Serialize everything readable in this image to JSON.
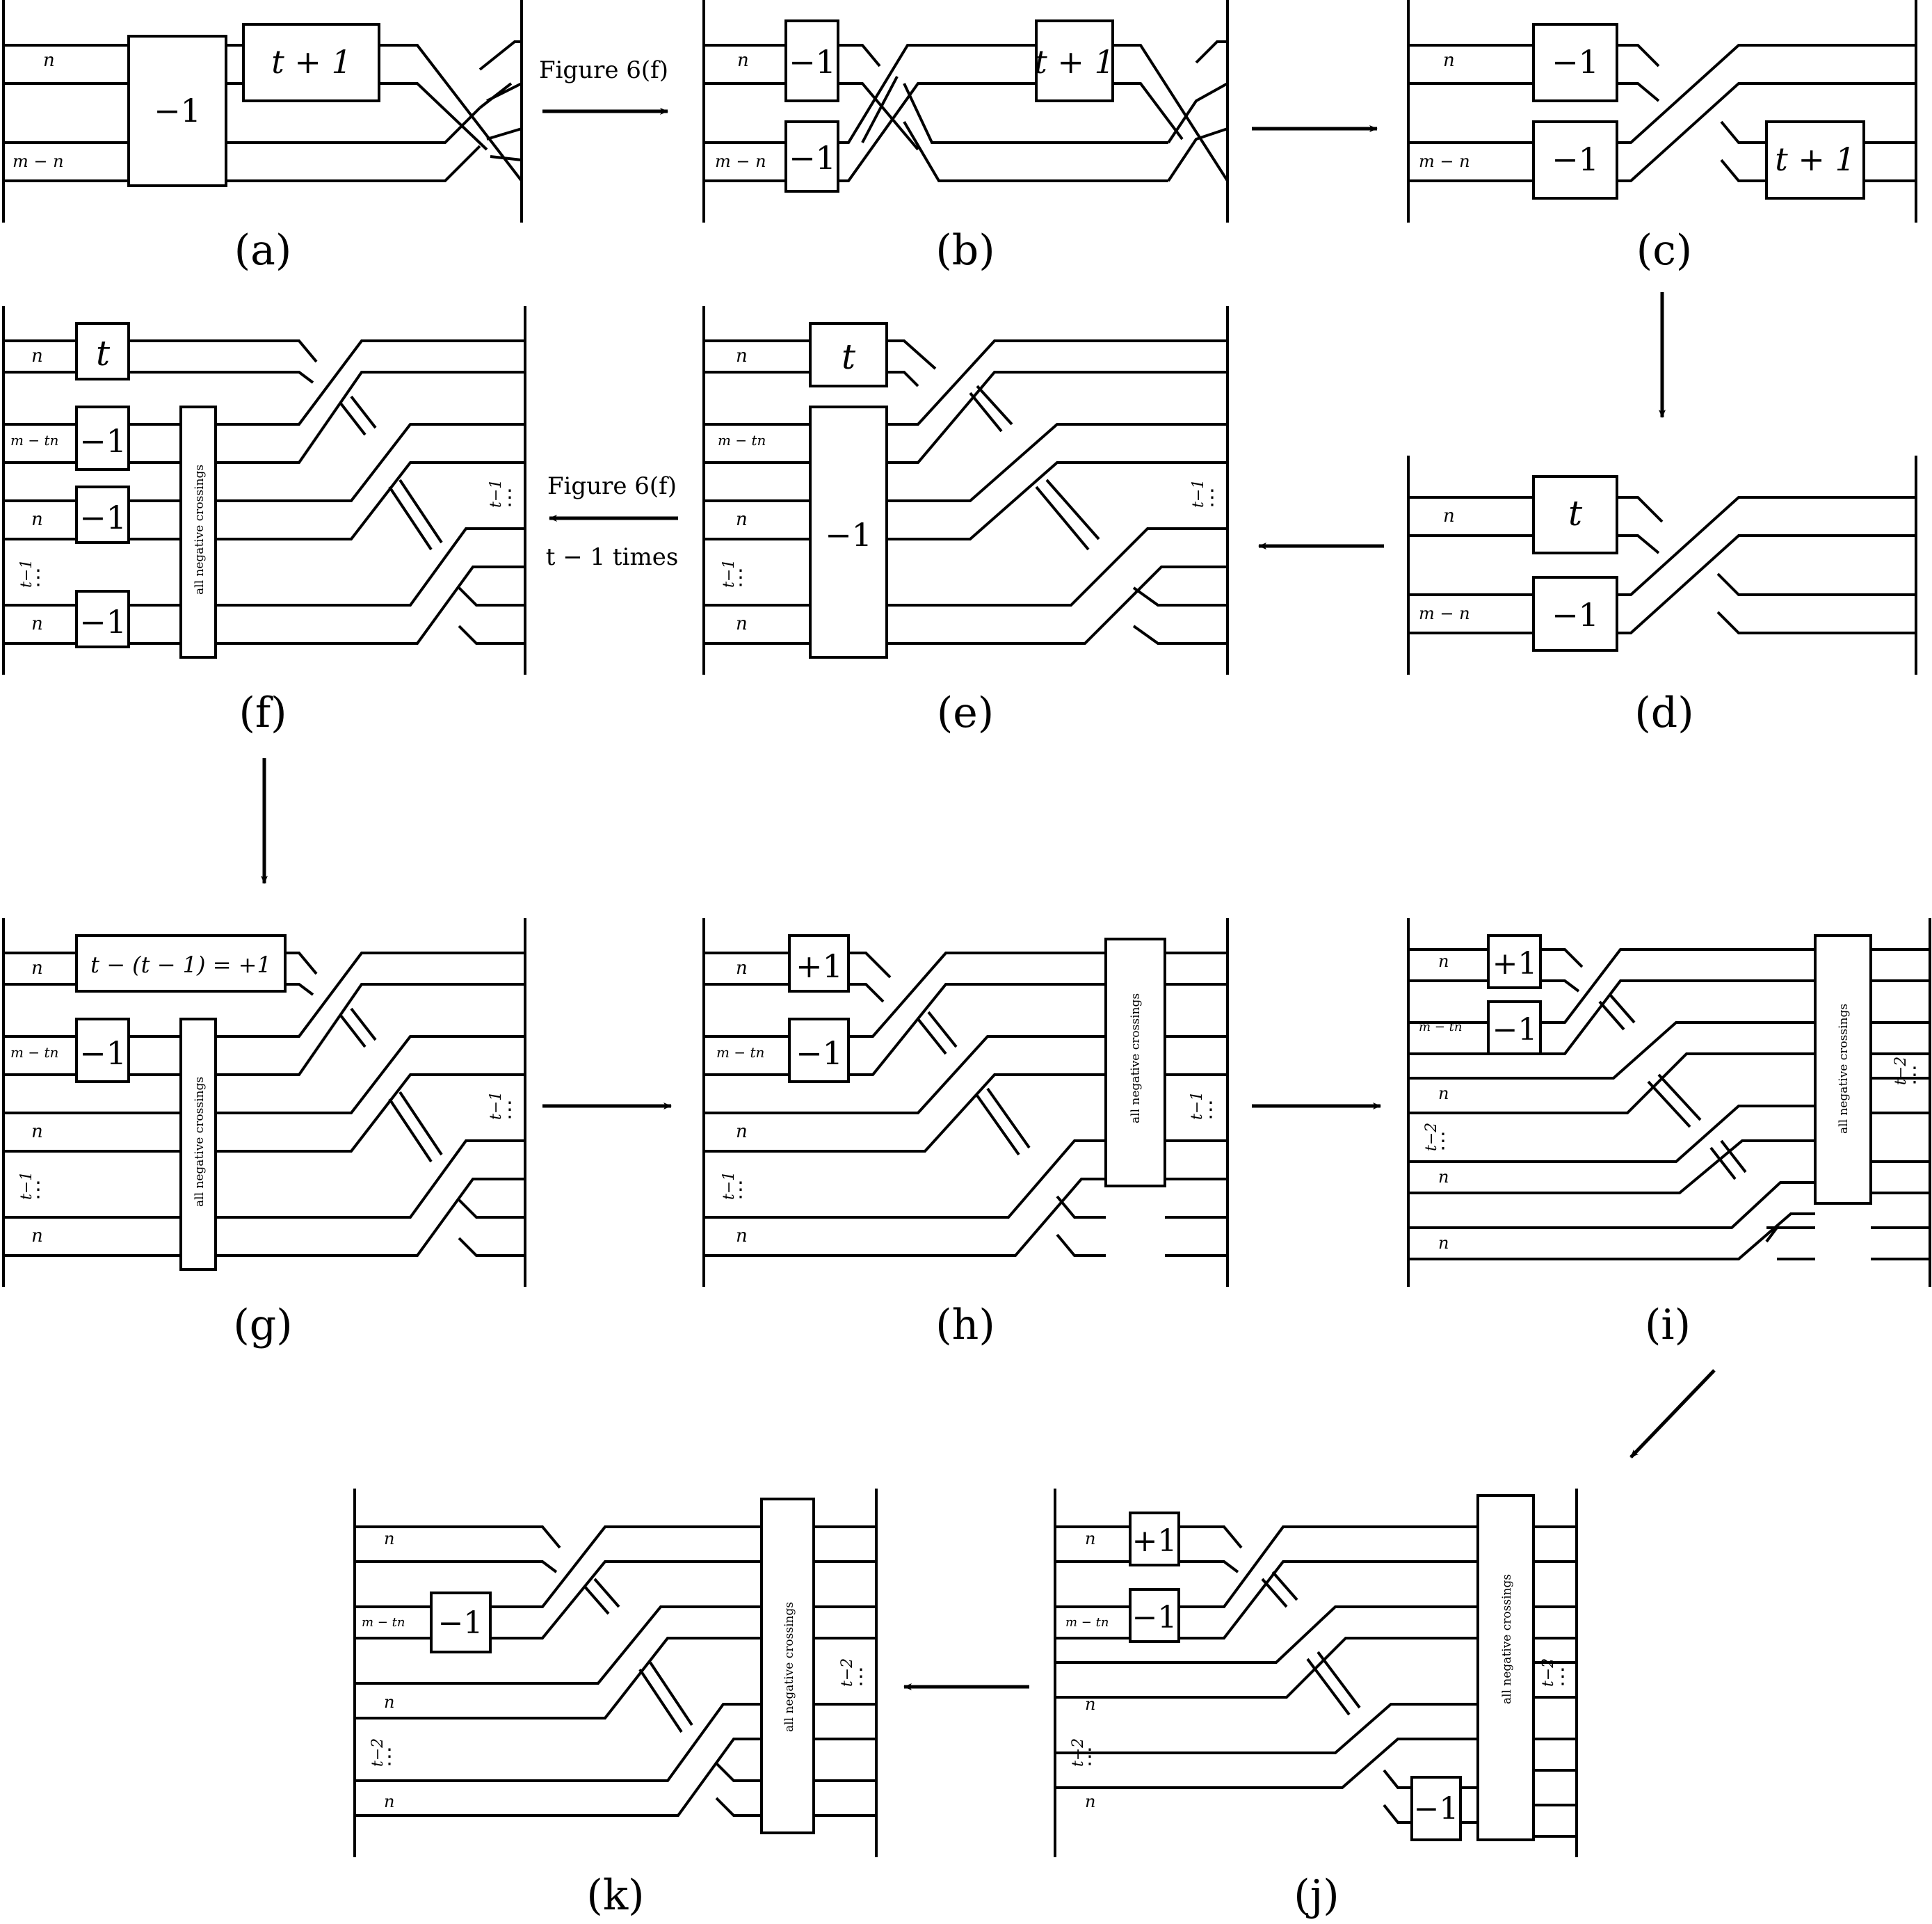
{
  "panels": {
    "a": {
      "caption": "(a)",
      "strand_labels": [
        "n",
        "m − n"
      ],
      "boxes": [
        "−1",
        "t + 1"
      ]
    },
    "b": {
      "caption": "(b)",
      "strand_labels": [
        "n",
        "m − n"
      ],
      "boxes": [
        "−1",
        "−1",
        "t + 1"
      ]
    },
    "c": {
      "caption": "(c)",
      "strand_labels": [
        "n",
        "m − n"
      ],
      "boxes": [
        "−1",
        "−1",
        "t + 1"
      ]
    },
    "d": {
      "caption": "(d)",
      "strand_labels": [
        "n",
        "m − n"
      ],
      "boxes": [
        "t",
        "−1"
      ]
    },
    "e": {
      "caption": "(e)",
      "strand_labels": [
        "n",
        "m − tn",
        "n",
        "n"
      ],
      "boxes": [
        "t",
        "−1"
      ],
      "dots": [
        "t−1",
        "t−1"
      ]
    },
    "f": {
      "caption": "(f)",
      "strand_labels": [
        "n",
        "m − tn",
        "n",
        "n"
      ],
      "boxes": [
        "t",
        "−1",
        "−1",
        "−1"
      ],
      "tall_box": "all negative crossings",
      "dots": [
        "t−1",
        "t−1"
      ]
    },
    "g": {
      "caption": "(g)",
      "strand_labels": [
        "n",
        "m − tn",
        "n",
        "n"
      ],
      "boxes": [
        "t − (t − 1) = +1",
        "−1"
      ],
      "tall_box": "all negative crossings",
      "dots": [
        "t−1",
        "t−1"
      ]
    },
    "h": {
      "caption": "(h)",
      "strand_labels": [
        "n",
        "m − tn",
        "n",
        "n"
      ],
      "boxes": [
        "+1",
        "−1"
      ],
      "tall_box": "all negative crossings",
      "dots": [
        "t−1",
        "t−1"
      ]
    },
    "i": {
      "caption": "(i)",
      "strand_labels": [
        "n",
        "m − tn",
        "n",
        "n",
        "n"
      ],
      "boxes": [
        "+1",
        "−1"
      ],
      "tall_box": "all negative crossings",
      "dots": [
        "t−2",
        "t−2"
      ]
    },
    "j": {
      "caption": "(j)",
      "strand_labels": [
        "n",
        "m − tn",
        "n",
        "n"
      ],
      "boxes": [
        "+1",
        "−1",
        "−1"
      ],
      "tall_box": "all negative crossings",
      "dots": [
        "t−2",
        "t−2"
      ]
    },
    "k": {
      "caption": "(k)",
      "strand_labels": [
        "n",
        "m − tn",
        "n",
        "n"
      ],
      "boxes": [
        "−1"
      ],
      "tall_box": "all negative crossings",
      "dots": [
        "t−2",
        "t−2"
      ]
    }
  },
  "arrows": {
    "a_to_b": {
      "label": "Figure 6(f)"
    },
    "e_to_f": {
      "label": "Figure 6(f)",
      "sublabel": "t − 1 times"
    }
  }
}
